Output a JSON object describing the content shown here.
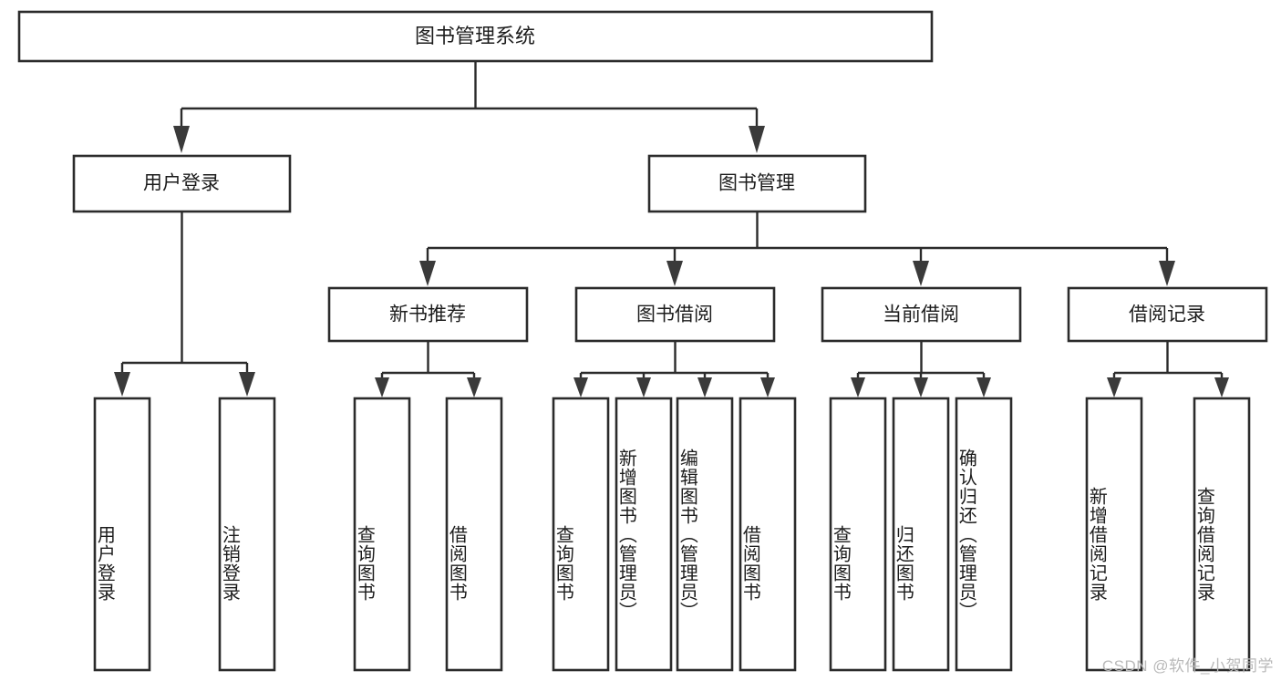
{
  "diagram": {
    "type": "tree-hierarchy-chart",
    "title": "图书管理系统",
    "watermark": "CSDN @软件_小贺同学",
    "colors": {
      "box_stroke": "#2b2b2b",
      "box_fill": "#ffffff",
      "connector": "#2b2b2b",
      "text": "#1c1c1c",
      "watermark": "#b9b9b9",
      "background": "#ffffff"
    },
    "root": {
      "id": "root",
      "label": "图书管理系统",
      "orientation": "horizontal"
    },
    "level1": [
      {
        "id": "user-login",
        "label": "用户登录",
        "orientation": "horizontal"
      },
      {
        "id": "book-manage",
        "label": "图书管理",
        "orientation": "horizontal"
      }
    ],
    "level2": [
      {
        "id": "new-book-recommend",
        "label": "新书推荐",
        "parent": "book-manage",
        "orientation": "horizontal"
      },
      {
        "id": "book-borrow",
        "label": "图书借阅",
        "parent": "book-manage",
        "orientation": "horizontal"
      },
      {
        "id": "current-borrow",
        "label": "当前借阅",
        "parent": "book-manage",
        "orientation": "horizontal"
      },
      {
        "id": "borrow-record",
        "label": "借阅记录",
        "parent": "book-manage",
        "orientation": "horizontal"
      }
    ],
    "leaves": [
      {
        "id": "leaf-user-login",
        "label": "用户登录",
        "parent": "user-login",
        "orientation": "vertical"
      },
      {
        "id": "leaf-logout-login",
        "label": "注销登录",
        "parent": "user-login",
        "orientation": "vertical"
      },
      {
        "id": "leaf-query-book-1",
        "label": "查询图书",
        "parent": "new-book-recommend",
        "orientation": "vertical"
      },
      {
        "id": "leaf-borrow-book-1",
        "label": "借阅图书",
        "parent": "new-book-recommend",
        "orientation": "vertical"
      },
      {
        "id": "leaf-query-book-2",
        "label": "查询图书",
        "parent": "book-borrow",
        "orientation": "vertical"
      },
      {
        "id": "leaf-add-book-admin",
        "label": "新增图书（管理员）",
        "parent": "book-borrow",
        "orientation": "vertical"
      },
      {
        "id": "leaf-edit-book-admin",
        "label": "编辑图书（管理员）",
        "parent": "book-borrow",
        "orientation": "vertical"
      },
      {
        "id": "leaf-borrow-book-2",
        "label": "借阅图书",
        "parent": "book-borrow",
        "orientation": "vertical"
      },
      {
        "id": "leaf-query-book-3",
        "label": "查询图书",
        "parent": "current-borrow",
        "orientation": "vertical"
      },
      {
        "id": "leaf-return-book",
        "label": "归还图书",
        "parent": "current-borrow",
        "orientation": "vertical"
      },
      {
        "id": "leaf-confirm-return-admin",
        "label": "确认归还（管理员）",
        "parent": "current-borrow",
        "orientation": "vertical"
      },
      {
        "id": "leaf-add-borrow-record",
        "label": "新增借阅记录",
        "parent": "borrow-record",
        "orientation": "vertical"
      },
      {
        "id": "leaf-query-borrow-record",
        "label": "查询借阅记录",
        "parent": "borrow-record",
        "orientation": "vertical"
      }
    ]
  }
}
